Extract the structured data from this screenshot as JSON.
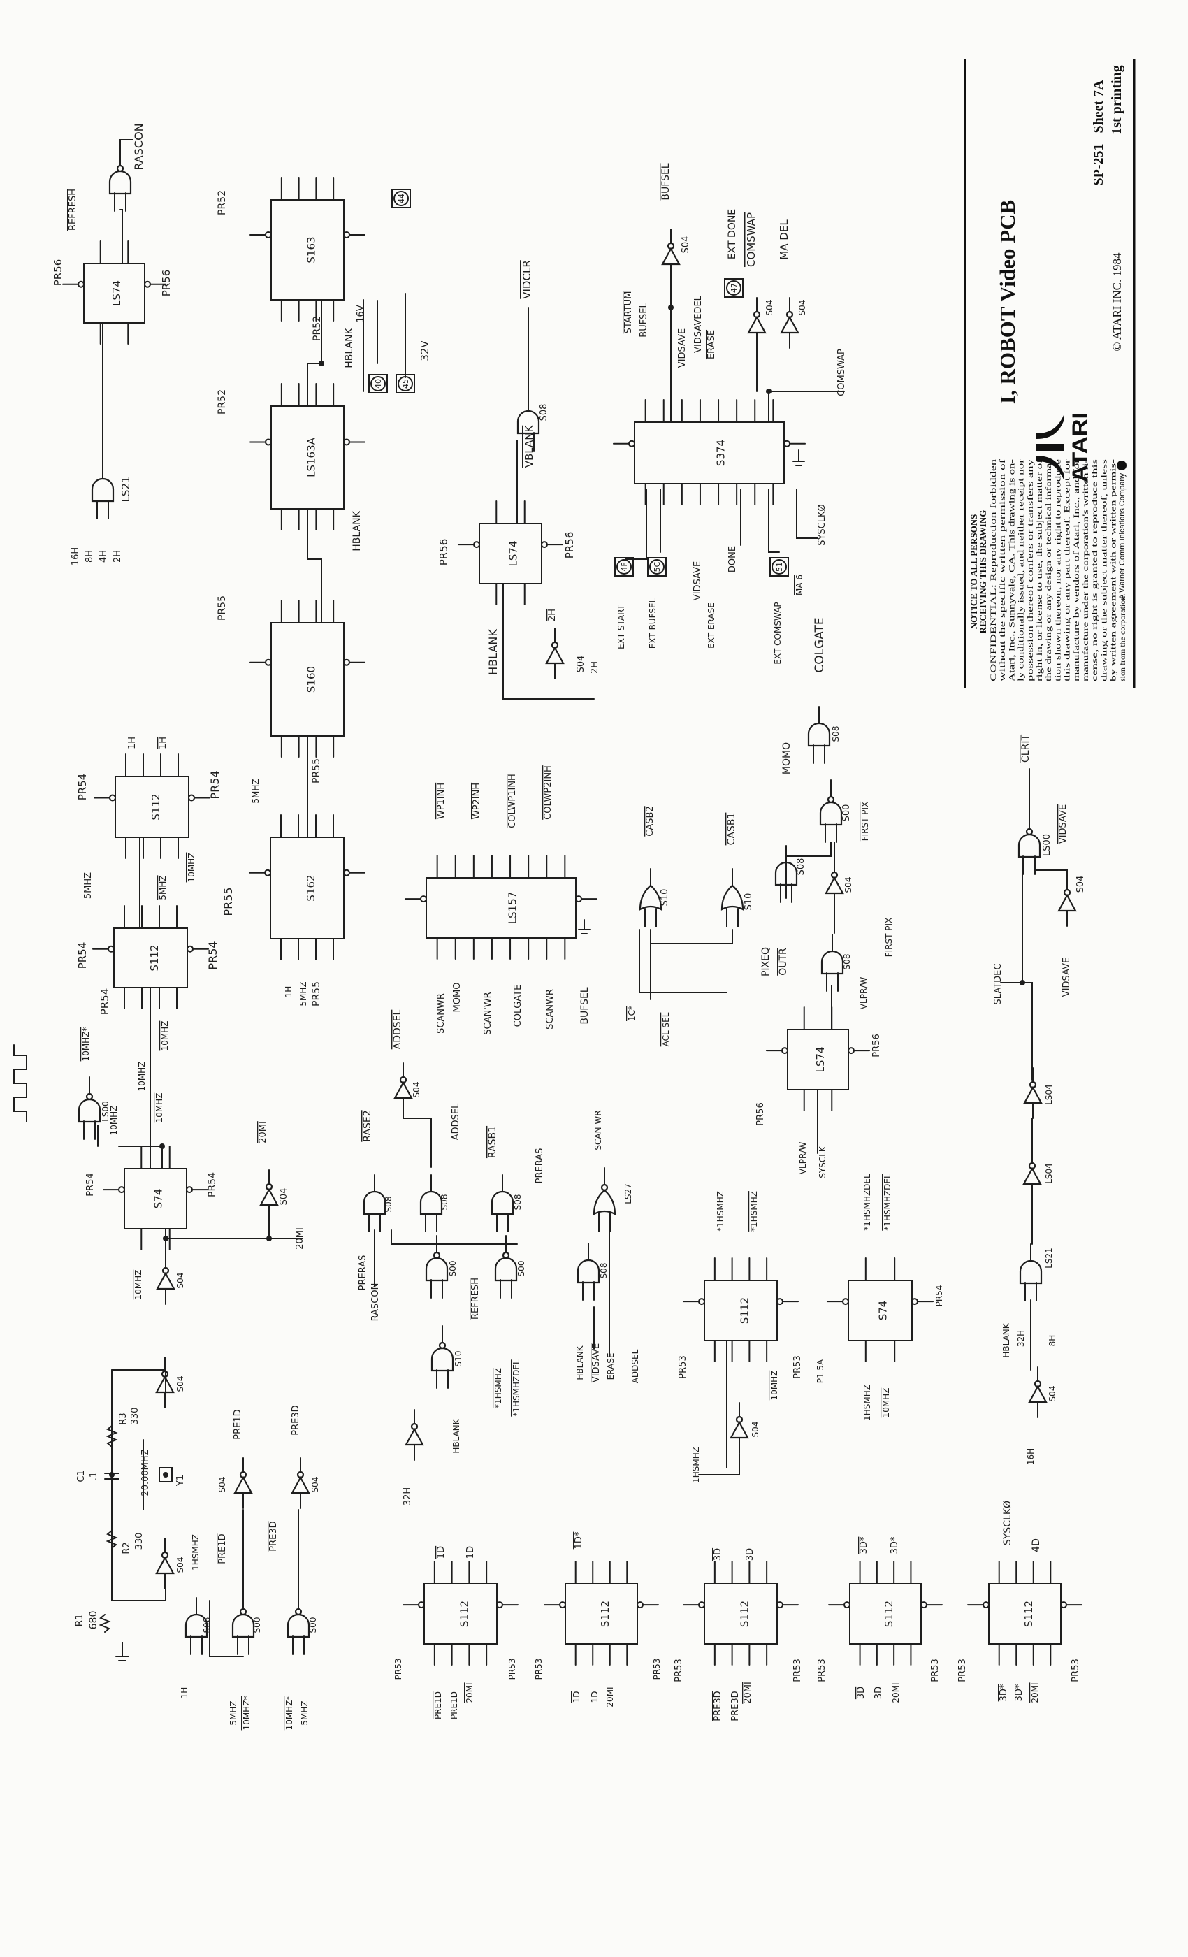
{
  "title_block": {
    "title": "I, ROBOT Video PCB",
    "sheet": "SP-251   Sheet 7A",
    "printing": "1st printing",
    "copyright": "© ATARI INC. 1984",
    "logo_text": "ATARI",
    "parent_company": "A Warner Communications Company",
    "notice_heading_1": "NOTICE TO ALL PERSONS",
    "notice_heading_2": "RECEIVING THIS DRAWING",
    "notice_lines": [
      "CONFIDENTIAL: Reproduction forbidden",
      "without the specific written permission of",
      "Atari, Inc., Sunnyvale, CA. This drawing is on-",
      "ly conditionally issued, and neither receipt nor",
      "possession thereof confers or transfers any",
      "right in, or license to use, the subject matter of",
      "the drawing or any design or technical informa-",
      "tion shown thereon, nor any right to reproduce",
      "this drawing or any part thereof. Except for",
      "manufacture by vendors of Atari, Inc., and for",
      "manufacture under the corporation's written li-",
      "cense, no right is granted to reproduce this",
      "drawing or the subject matter thereof, unless",
      "by written agreement with or written permis-",
      "sion from the corporation."
    ]
  },
  "chips": [
    "LS74",
    "S163",
    "LS163A",
    "S160",
    "LS74",
    "S374",
    "S112",
    "S112",
    "S74",
    "S162",
    "LS157",
    "LS74",
    "S112",
    "S74",
    "S112",
    "S112",
    "S112",
    "S112",
    "S112"
  ],
  "labels": [
    "RASCON",
    "REFRESH",
    "PR56",
    "PR56",
    "LS21",
    "16H",
    "8H",
    "4H",
    "2H",
    "PR52",
    "HBLANK",
    "16V",
    "32V",
    "PR52",
    "PR52",
    "HBLANK",
    "PR55",
    "VIDCLR",
    "VBLANK",
    "HBLANK",
    "PR56",
    "PR56",
    "2H",
    "2H",
    "S04",
    "S08",
    "EXT START",
    "EXT BUFSEL",
    "VIDSAVE",
    "EXT ERASE",
    "DONE",
    "EXT COMSWAP",
    "MA 6",
    "SYSCLKØ",
    "COLGATE",
    "STARTUM",
    "BUFSEL",
    "VIDSAVE",
    "VIDSAVEDEL",
    "ERASE",
    "EXT DONE",
    "COMSWAP",
    "MA DEL",
    "COMSWAP",
    "BUFSEL",
    "S04",
    "S04",
    "S04",
    "PR54",
    "PR54",
    "1H",
    "1H",
    "10MHZ",
    "5MHZ",
    "5MHZ",
    "PR54",
    "PR54",
    "PR54",
    "10MHZ",
    "10MHZ*",
    "LS00",
    "10MHZ",
    "10MHZ",
    "10MHZ",
    "PR54",
    "PR54",
    "20MI",
    "S04",
    "20MI",
    "10MHZ",
    "S04",
    "5MHZ",
    "PR55",
    "PR55",
    "1H",
    "5MHZ",
    "PR55",
    "RASE2",
    "S08",
    "PRERAS",
    "ADDSEL",
    "WP1INH",
    "WP2INH",
    "COLWP1INH",
    "COLWP2INH",
    "SCANWR",
    "MOMO",
    "SCAN'WR",
    "COLGATE",
    "SCANWR",
    "BUFSEL",
    "CASB2",
    "CASB1",
    "S10",
    "S10",
    "1C*",
    "ACL SEL",
    "PIXEQ",
    "OUTR",
    "S08",
    "S00",
    "FIRST PIX",
    "S04",
    "FIRST PIX",
    "S08",
    "VLPR/W",
    "PR56",
    "PR56",
    "VLPR/W",
    "SYSCLK",
    "MOMO",
    "S08",
    "S04",
    "ADDSEL",
    "RASB1",
    "PRERAS",
    "S08",
    "S08",
    "S00",
    "S00",
    "REFRESH",
    "RASCON",
    "SCAN WR",
    "LS27",
    "S08",
    "HBLANK",
    "VIDSAVE",
    "ERASE",
    "ADDSEL",
    "S10",
    "HBLANK",
    "32H",
    "*1HSMHZ",
    "*1HSMHZDEL",
    "*1HSMHZ",
    "*1HSMHZ",
    "PR53",
    "PR53",
    "10MHZ",
    "1HSMHZ",
    "S04",
    "*1HSMHZDEL",
    "*1HSMHZDEL",
    "P1 5A",
    "1HSMHZ",
    "10MHZ",
    "PR54",
    "HBLANK",
    "32H",
    "8H",
    "16H",
    "LS21",
    "S04",
    "CLRIT",
    "LS00",
    "VIDSAVE",
    "S04",
    "VIDSAVE",
    "SLATDEC",
    "LS04",
    "LS04",
    "3D",
    "3D",
    "PR53",
    "PRE3D",
    "PRE3D",
    "20MI",
    "PR53",
    "3D*",
    "3D*",
    "PR53",
    "3D",
    "3D",
    "20MI",
    "PR53",
    "SYSCLKØ",
    "4D",
    "PR53",
    "3D*",
    "3D*",
    "20MI",
    "PR53",
    "R1",
    "680",
    "C1",
    ".1",
    "R2",
    "330",
    "20.00MHZ",
    "Y1",
    "R3",
    "330",
    "S04",
    "S04",
    "1HSMHZ",
    "S08",
    "S00",
    "S00",
    "1H",
    "5MHZ",
    "10MHZ*",
    "10MHZ*",
    "5MHZ",
    "PRE1D",
    "PRE1D",
    "S04",
    "PRE3D",
    "PRE3D",
    "S04",
    "1D",
    "1D",
    "PR53",
    "PRE1D",
    "PRE1D",
    "20MI",
    "PR53",
    "1D*",
    "PR53",
    "1D",
    "1D",
    "20MI",
    "PR53",
    "44",
    "40",
    "45",
    "4F",
    "5C",
    "47",
    "51"
  ]
}
